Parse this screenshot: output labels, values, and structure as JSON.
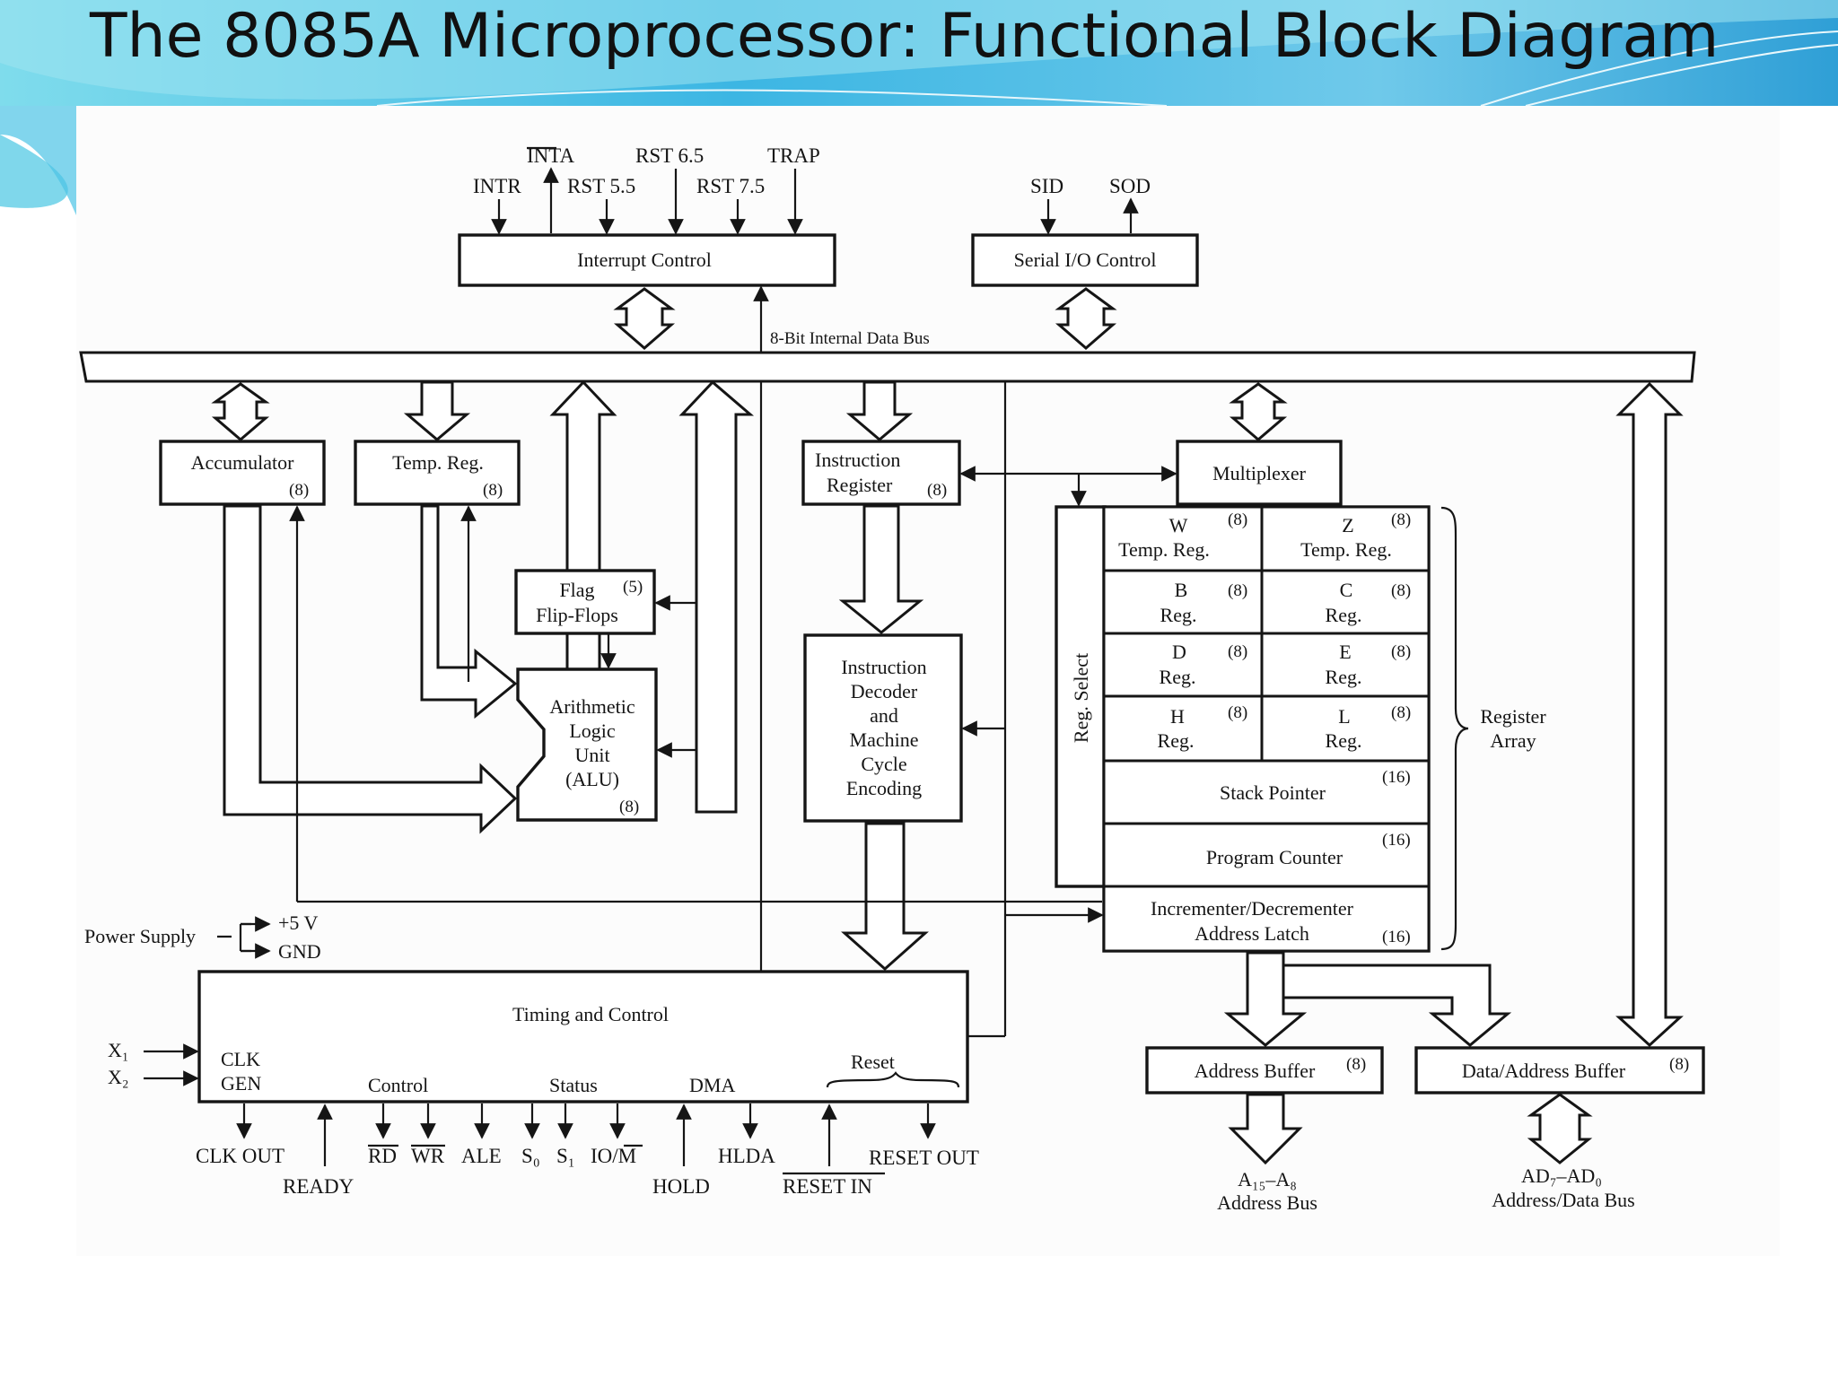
{
  "slide": {
    "title": "The 8085A Microprocessor: Functional Block Diagram"
  },
  "diagram": {
    "interrupt_control": "Interrupt Control",
    "serial_io_control": "Serial I/O Control",
    "internal_bus": "8-Bit Internal Data Bus",
    "interrupt_signals": {
      "inta": "INTA",
      "rst65": "RST 6.5",
      "trap": "TRAP",
      "intr": "INTR",
      "rst55": "RST 5.5",
      "rst75": "RST 7.5"
    },
    "serial_signals": {
      "sid": "SID",
      "sod": "SOD"
    },
    "accumulator": {
      "label": "Accumulator",
      "size": "(8)"
    },
    "temp_reg": {
      "label": "Temp. Reg.",
      "size": "(8)"
    },
    "instruction_register": {
      "line1": "Instruction",
      "line2": "Register",
      "size": "(8)"
    },
    "multiplexer": "Multiplexer",
    "flag_flip_flops": {
      "line1": "Flag",
      "line2": "Flip-Flops",
      "size": "(5)"
    },
    "alu": {
      "line1": "Arithmetic",
      "line2": "Logic",
      "line3": "Unit",
      "line4": "(ALU)",
      "size": "(8)"
    },
    "instruction_decoder": {
      "line1": "Instruction",
      "line2": "Decoder",
      "line3": "and",
      "line4": "Machine",
      "line5": "Cycle",
      "line6": "Encoding"
    },
    "reg_select": "Reg. Select",
    "registers": [
      {
        "name": "W",
        "kind": "Temp. Reg.",
        "size": "(8)"
      },
      {
        "name": "Z",
        "kind": "Temp. Reg.",
        "size": "(8)"
      },
      {
        "name": "B",
        "kind": "Reg.",
        "size": "(8)"
      },
      {
        "name": "C",
        "kind": "Reg.",
        "size": "(8)"
      },
      {
        "name": "D",
        "kind": "Reg.",
        "size": "(8)"
      },
      {
        "name": "E",
        "kind": "Reg.",
        "size": "(8)"
      },
      {
        "name": "H",
        "kind": "Reg.",
        "size": "(8)"
      },
      {
        "name": "L",
        "kind": "Reg.",
        "size": "(8)"
      }
    ],
    "stack_pointer": {
      "label": "Stack Pointer",
      "size": "(16)"
    },
    "program_counter": {
      "label": "Program Counter",
      "size": "(16)"
    },
    "inc_dec_latch": {
      "line1": "Incrementer/Decrementer",
      "line2": "Address Latch",
      "size": "(16)"
    },
    "register_array": {
      "line1": "Register",
      "line2": "Array"
    },
    "power_supply": {
      "label": "Power Supply",
      "plus5v": "+5 V",
      "gnd": "GND"
    },
    "timing_control": {
      "label": "Timing and Control",
      "clk": "CLK",
      "gen": "GEN",
      "control": "Control",
      "status": "Status",
      "dma": "DMA",
      "reset": "Reset"
    },
    "clock_inputs": {
      "x1": "X₁",
      "x2": "X₂"
    },
    "bottom_signals": {
      "clk_out": "CLK OUT",
      "ready": "READY",
      "rd": "RD",
      "wr": "WR",
      "ale": "ALE",
      "s0": "S₀",
      "s1": "S₁",
      "io_m": "IO/M",
      "hold": "HOLD",
      "hlda": "HLDA",
      "reset_in": "RESET IN",
      "reset_out": "RESET OUT"
    },
    "address_buffer": {
      "label": "Address Buffer",
      "size": "(8)"
    },
    "data_address_buffer": {
      "label": "Data/Address Buffer",
      "size": "(8)"
    },
    "address_bus": {
      "line1": "A₁₅–A₈",
      "line2": "Address Bus"
    },
    "address_data_bus": {
      "line1": "AD₇–AD₀",
      "line2": "Address/Data Bus"
    }
  }
}
